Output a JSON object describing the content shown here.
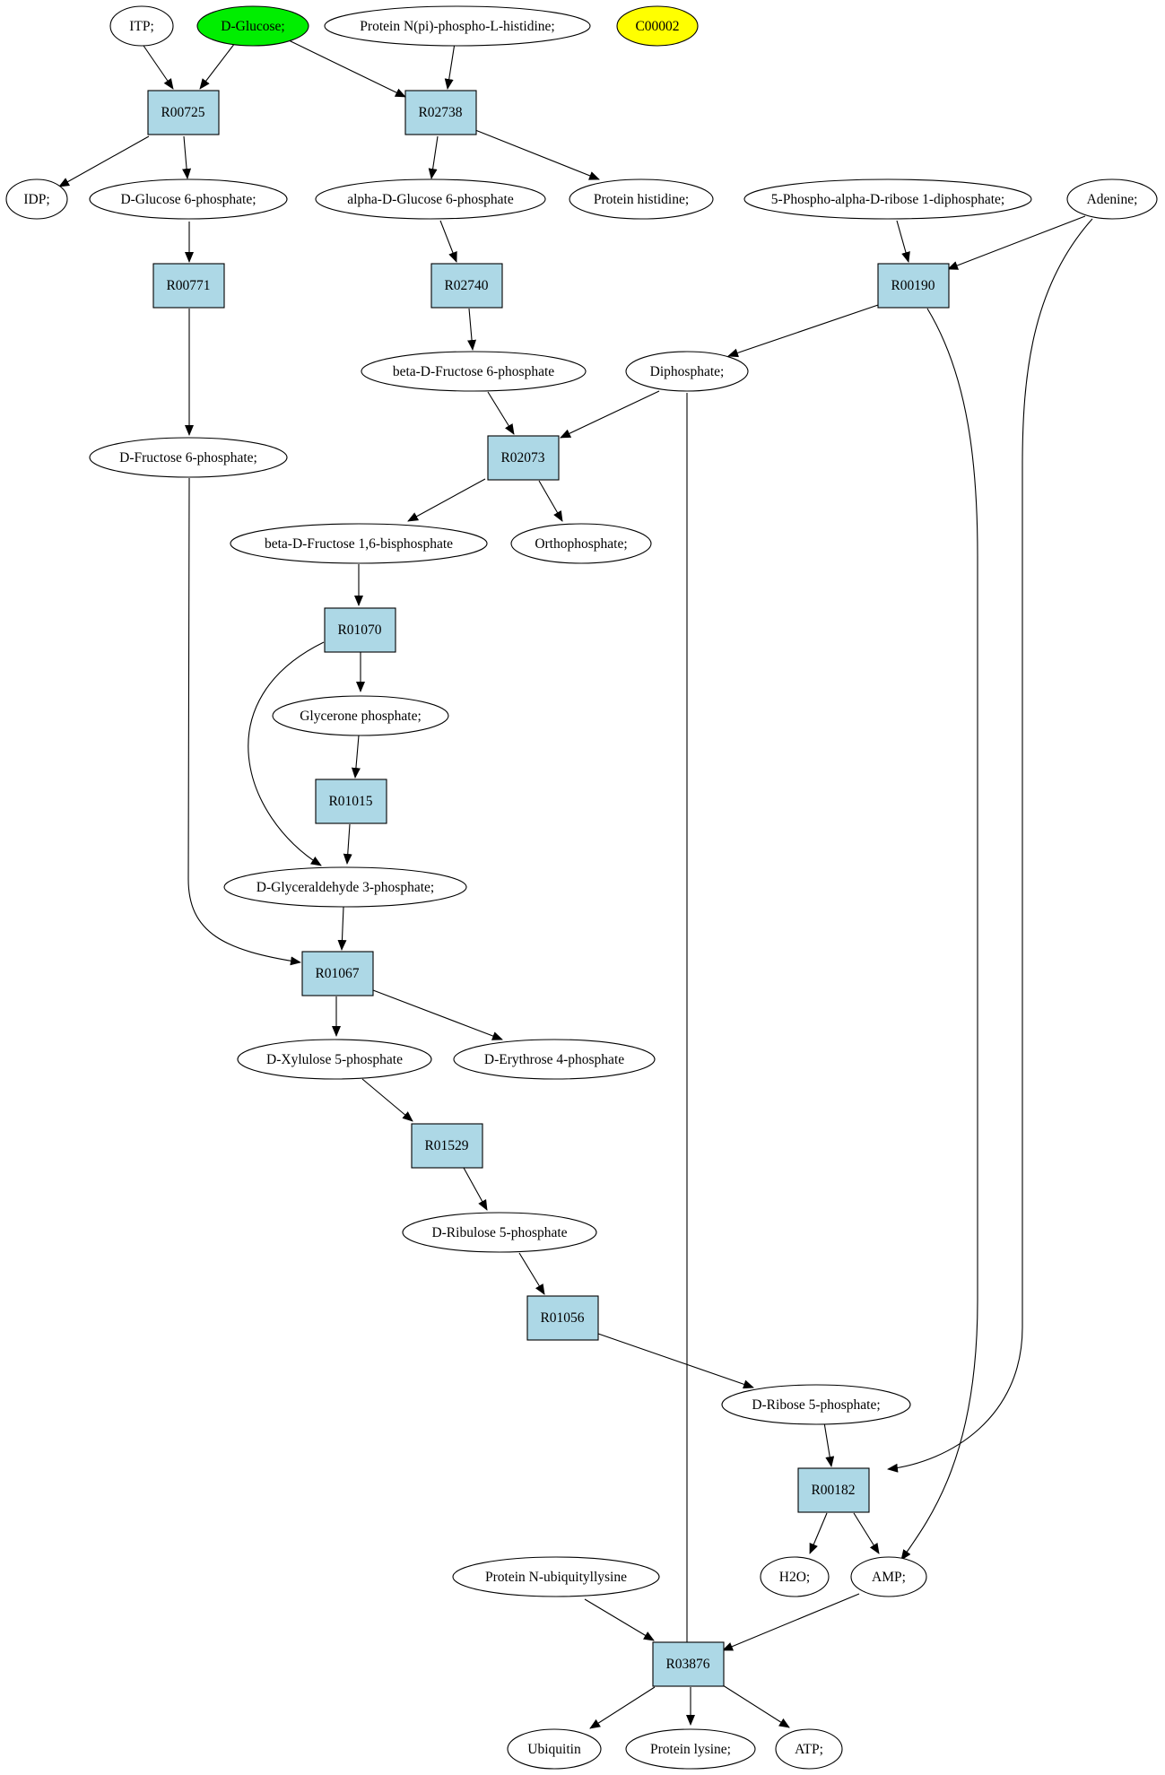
{
  "compounds": {
    "itp": {
      "label": "ITP;"
    },
    "d_glucose": {
      "label": "D-Glucose;",
      "fill": "#00ee00"
    },
    "protein_nphos": {
      "label": "Protein N(pi)-phospho-L-histidine;"
    },
    "c00002": {
      "label": "C00002",
      "fill": "#ffff00"
    },
    "idp": {
      "label": "IDP;"
    },
    "d_glucose_6p": {
      "label": "D-Glucose 6-phosphate;"
    },
    "alpha_d_glucose_6p": {
      "label": "alpha-D-Glucose 6-phosphate"
    },
    "protein_histidine": {
      "label": "Protein histidine;"
    },
    "prpp": {
      "label": "5-Phospho-alpha-D-ribose 1-diphosphate;"
    },
    "adenine": {
      "label": "Adenine;"
    },
    "beta_d_fructose_6p": {
      "label": "beta-D-Fructose 6-phosphate"
    },
    "diphosphate": {
      "label": "Diphosphate;"
    },
    "d_fructose_6p": {
      "label": "D-Fructose 6-phosphate;"
    },
    "beta_d_fructose_16bp": {
      "label": "beta-D-Fructose 1,6-bisphosphate"
    },
    "orthophosphate": {
      "label": "Orthophosphate;"
    },
    "glycerone_p": {
      "label": "Glycerone phosphate;"
    },
    "d_glyceraldehyde_3p": {
      "label": "D-Glyceraldehyde 3-phosphate;"
    },
    "d_xylulose_5p": {
      "label": "D-Xylulose 5-phosphate"
    },
    "d_erythrose_4p": {
      "label": "D-Erythrose 4-phosphate"
    },
    "d_ribulose_5p": {
      "label": "D-Ribulose 5-phosphate"
    },
    "d_ribose_5p": {
      "label": "D-Ribose 5-phosphate;"
    },
    "protein_n_ubiq": {
      "label": "Protein N-ubiquityllysine"
    },
    "h2o": {
      "label": "H2O;"
    },
    "amp": {
      "label": "AMP;"
    },
    "ubiquitin": {
      "label": "Ubiquitin"
    },
    "protein_lysine": {
      "label": "Protein lysine;"
    },
    "atp": {
      "label": "ATP;"
    }
  },
  "reactions": {
    "r00725": {
      "label": "R00725"
    },
    "r02738": {
      "label": "R02738"
    },
    "r00771": {
      "label": "R00771"
    },
    "r02740": {
      "label": "R02740"
    },
    "r00190": {
      "label": "R00190"
    },
    "r02073": {
      "label": "R02073"
    },
    "r01070": {
      "label": "R01070"
    },
    "r01015": {
      "label": "R01015"
    },
    "r01067": {
      "label": "R01067"
    },
    "r01529": {
      "label": "R01529"
    },
    "r01056": {
      "label": "R01056"
    },
    "r00182": {
      "label": "R00182"
    },
    "r03876": {
      "label": "R03876"
    }
  },
  "colors": {
    "reaction_fill": "#add8e6",
    "compound_fill": "#ffffff"
  }
}
